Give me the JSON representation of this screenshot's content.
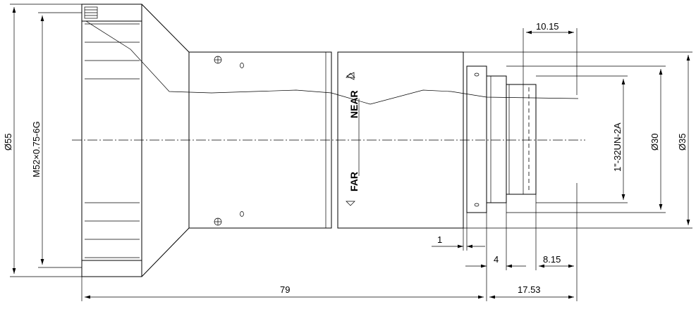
{
  "dimensions": {
    "outer_diameter": "Ø55",
    "filter_thread": "M52×0.75-6G",
    "overall_length": "79",
    "mount_length": "17.53",
    "top_offset": "10.15",
    "flange_gap": "1",
    "thread_step": "4",
    "thread_length": "8.15",
    "mount_thread": "1\"-32UN-2A",
    "flange_diameter": "Ø30",
    "body_diameter": "Ø35"
  },
  "focus_ring": {
    "near_label": "NEAR",
    "far_label": "FAR",
    "arrow_near": "◁ ▷",
    "arrow_far": "◁"
  }
}
